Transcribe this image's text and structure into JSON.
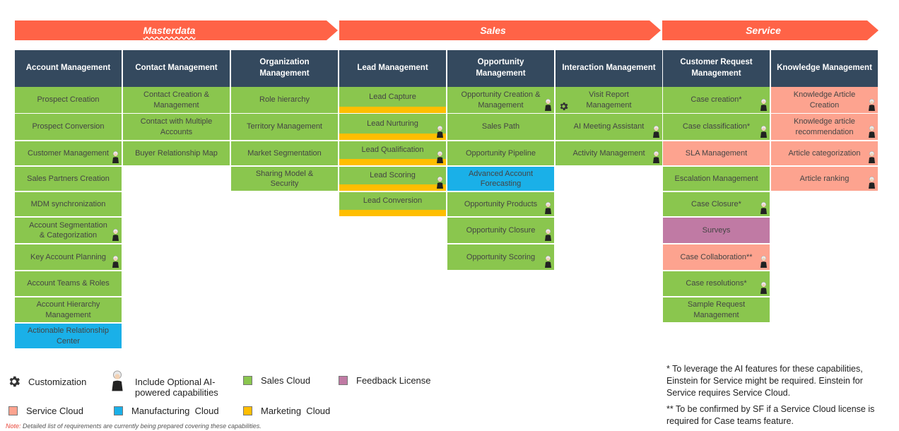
{
  "banners": {
    "masterdata": "Masterdata",
    "sales": "Sales",
    "service": "Service"
  },
  "columns": [
    {
      "header": "Account Management",
      "cells": [
        {
          "label": "Prospect Creation",
          "color": "g"
        },
        {
          "label": "Prospect Conversion",
          "color": "g"
        },
        {
          "label": "Customer Management",
          "color": "g",
          "einstein": true
        },
        {
          "label": "Sales Partners Creation",
          "color": "g"
        },
        {
          "label": "MDM synchronization",
          "color": "g"
        },
        {
          "label": "Account Segmentation & Categorization",
          "color": "g",
          "einstein": true
        },
        {
          "label": "Key Account Planning",
          "color": "g",
          "einstein": true
        },
        {
          "label": "Account Teams & Roles",
          "color": "g"
        },
        {
          "label": "Account Hierarchy Management",
          "color": "g"
        },
        {
          "label": "Actionable Relationship Center",
          "color": "b"
        }
      ]
    },
    {
      "header": "Contact Management",
      "cells": [
        {
          "label": "Contact Creation & Management",
          "color": "g"
        },
        {
          "label": "Contact with Multiple Accounts",
          "color": "g"
        },
        {
          "label": "Buyer Relationship Map",
          "color": "g"
        }
      ]
    },
    {
      "header": "Organization Management",
      "cells": [
        {
          "label": "Role hierarchy",
          "color": "g"
        },
        {
          "label": "Territory Management",
          "color": "g"
        },
        {
          "label": "Market Segmentation",
          "color": "g"
        },
        {
          "label": "Sharing Model & Security",
          "color": "g"
        }
      ]
    },
    {
      "header": "Lead Management",
      "cells": [
        {
          "label": "Lead Capture",
          "color": "split"
        },
        {
          "label": "Lead Nurturing",
          "color": "split",
          "einstein": true
        },
        {
          "label": "Lead Qualification",
          "color": "split",
          "einstein": true
        },
        {
          "label": "Lead Scoring",
          "color": "split",
          "einstein": true
        },
        {
          "label": "Lead Conversion",
          "color": "split"
        }
      ]
    },
    {
      "header": "Opportunity Management",
      "cells": [
        {
          "label": "Opportunity Creation & Management",
          "color": "g",
          "einstein": true
        },
        {
          "label": "Sales Path",
          "color": "g"
        },
        {
          "label": "Opportunity Pipeline",
          "color": "g"
        },
        {
          "label": "Advanced Account Forecasting",
          "color": "b"
        },
        {
          "label": "Opportunity Products",
          "color": "g",
          "einstein": true
        },
        {
          "label": "Opportunity Closure",
          "color": "g",
          "einstein": true
        },
        {
          "label": "Opportunity Scoring",
          "color": "g",
          "einstein": true
        }
      ]
    },
    {
      "header": "Interaction Management",
      "cells": [
        {
          "label": "Visit Report Management",
          "color": "g",
          "gear": true
        },
        {
          "label": "AI Meeting Assistant",
          "color": "g",
          "einstein": true
        },
        {
          "label": "Activity Management",
          "color": "g",
          "einstein": true
        }
      ]
    },
    {
      "header": "Customer Request Management",
      "cells": [
        {
          "label": "Case creation*",
          "color": "g",
          "einstein": true
        },
        {
          "label": "Case classification*",
          "color": "g",
          "einstein": true
        },
        {
          "label": "SLA Management",
          "color": "p"
        },
        {
          "label": "Escalation Management",
          "color": "g"
        },
        {
          "label": "Case Closure*",
          "color": "g",
          "einstein": true
        },
        {
          "label": "Surveys",
          "color": "v"
        },
        {
          "label": "Case Collaboration**",
          "color": "p",
          "einstein": true
        },
        {
          "label": "Case resolutions*",
          "color": "g",
          "einstein": true
        },
        {
          "label": "Sample Request Management",
          "color": "g"
        }
      ]
    },
    {
      "header": "Knowledge Management",
      "cells": [
        {
          "label": "Knowledge Article Creation",
          "color": "p",
          "einstein": true
        },
        {
          "label": "Knowledge article recommendation",
          "color": "p",
          "einstein": true
        },
        {
          "label": "Article categorization",
          "color": "p",
          "einstein": true
        },
        {
          "label": "Article ranking",
          "color": "p",
          "einstein": true
        }
      ]
    }
  ],
  "legend": {
    "customization": "Customization",
    "einstein": "Include Optional AI-powered capabilities",
    "sales_cloud": "Sales Cloud",
    "feedback_license": "Feedback License",
    "service_cloud": "Service Cloud",
    "manufacturing_cloud": "Manufacturing  Cloud",
    "marketing_cloud": "Marketing  Cloud"
  },
  "colors": {
    "sales_cloud": "#8ac64e",
    "feedback_license": "#c07aa4",
    "service_cloud": "#fda38f",
    "manufacturing_cloud": "#1ab0e8",
    "marketing_cloud": "#ffbe00",
    "banner": "#ff6347",
    "header": "#34495e"
  },
  "note_label": "Note:",
  "note_text": " Detailed list of requirements are currently being prepared covering these capabilities.",
  "footnote1": "* To leverage the AI features for these capabilities, Einstein for Service might be required. Einstein for Service requires Service Cloud.",
  "footnote2": "** To be confirmed by SF if a Service Cloud license is required for Case teams feature."
}
